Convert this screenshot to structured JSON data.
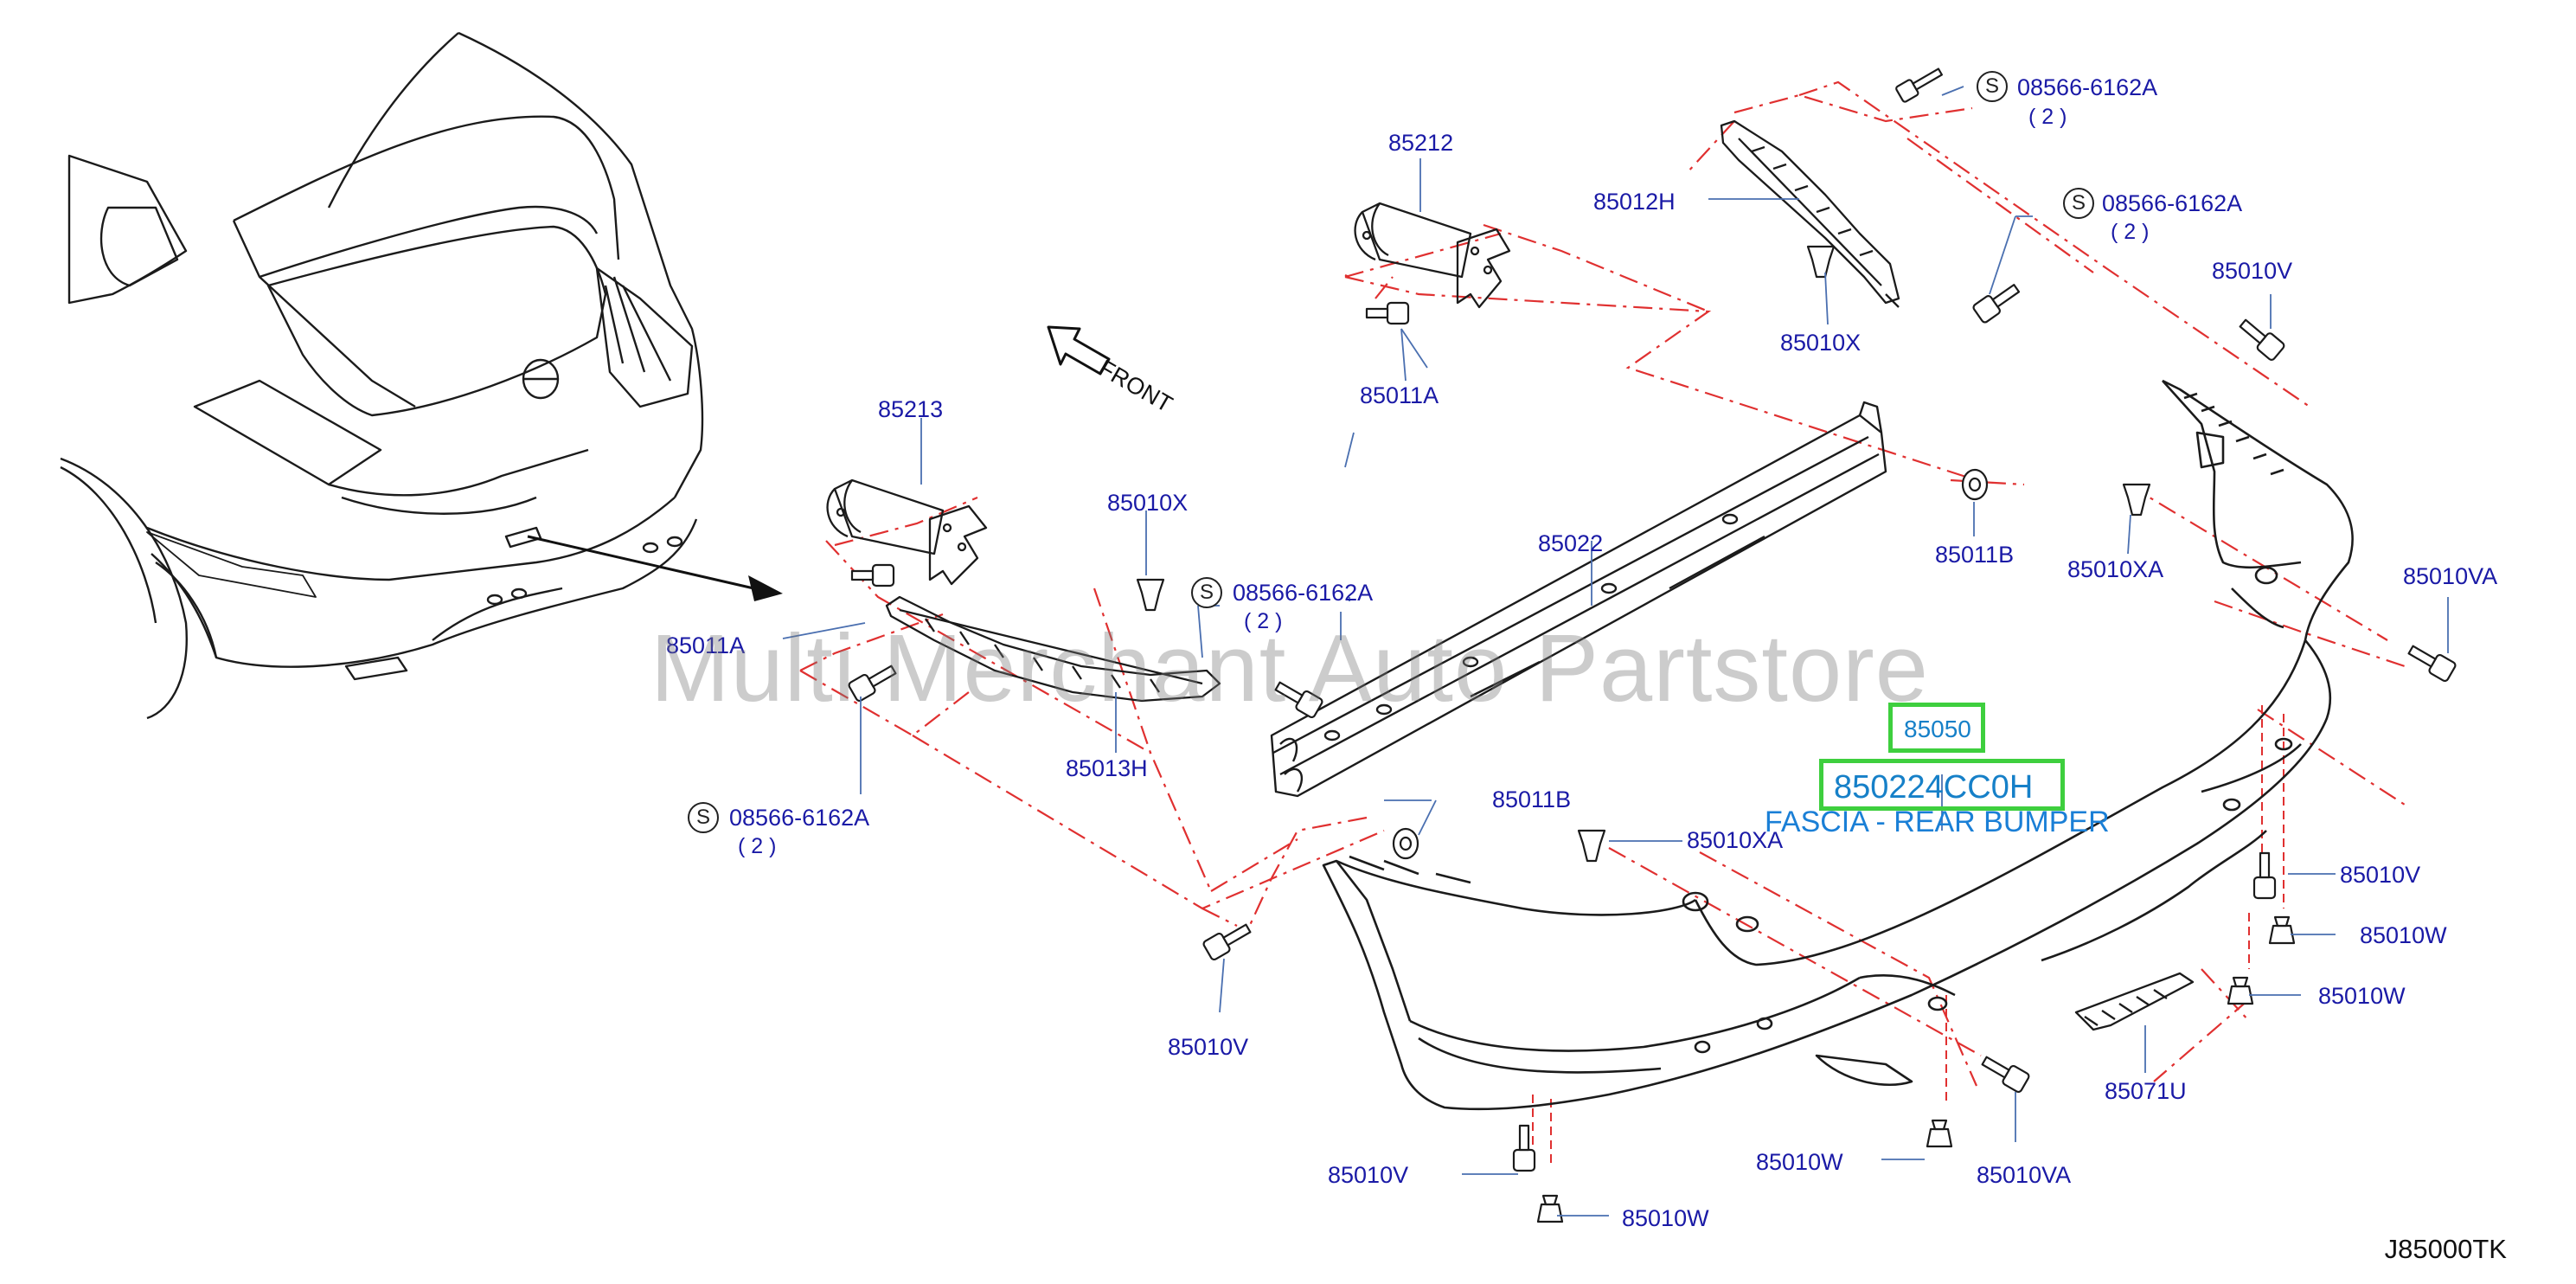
{
  "watermark": "Multi Merchant Auto Partstore",
  "diagram_code": "J85000TK",
  "front_label": "FRONT",
  "screw_symbol": "S",
  "highlight": {
    "part_number_main": "85050",
    "part_number_oem": "850224CC0H",
    "description": "FASCIA - REAR BUMPER"
  },
  "labels": {
    "p85212": "85212",
    "p85213": "85213",
    "p85012H": "85012H",
    "p85013H": "85013H",
    "p85022": "85022",
    "p85011A_top": "85011A",
    "p85011A_left": "85011A",
    "p85011B_top": "85011B",
    "p85011B_mid": "85011B",
    "p85010X_top": "85010X",
    "p85010X_mid": "85010X",
    "p85010XA_right": "85010XA",
    "p85010XA_mid": "85010XA",
    "p85010V_top": "85010V",
    "p85010V_right": "85010V",
    "p85010V_left": "85010V",
    "p85010V_bottom": "85010V",
    "p85010VA_right": "85010VA",
    "p85010VA_bottom": "85010VA",
    "p85010W_r1": "85010W",
    "p85010W_r2": "85010W",
    "p85010W_mid": "85010W",
    "p85010W_bottom": "85010W",
    "p85071U": "85071U",
    "screw_a": "08566-6162A",
    "screw_b": "08566-6162A",
    "screw_c": "08566-6162A",
    "screw_d": "08566-6162A",
    "qty_a": "( 2 )",
    "qty_b": "( 2 )",
    "qty_c": "( 2 )",
    "qty_d": "( 2 )"
  },
  "colors": {
    "label": "#1a1aa6",
    "leader": "#4a6fb0",
    "dashed": "#e03030",
    "highlight": "#3ecf3e",
    "fascia_text": "#1a7fd6"
  }
}
